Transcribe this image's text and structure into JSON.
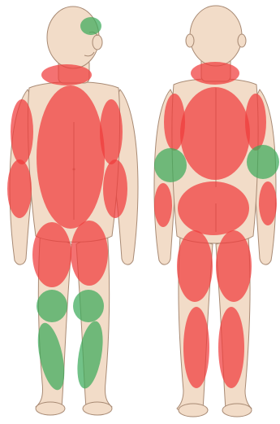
{
  "colors": {
    "skin": "#f2dcc8",
    "outline": "#a88a74",
    "red_zone": "#f03c3c",
    "green_zone": "#3caa5a"
  },
  "views": [
    {
      "view": "front",
      "zones": [
        {
          "name": "forehead",
          "status": "green"
        },
        {
          "name": "neck",
          "status": "red"
        },
        {
          "name": "torso",
          "status": "red"
        },
        {
          "name": "right-upper-arm",
          "status": "red"
        },
        {
          "name": "left-upper-arm",
          "status": "red"
        },
        {
          "name": "right-forearm",
          "status": "red"
        },
        {
          "name": "left-forearm",
          "status": "red"
        },
        {
          "name": "right-thigh",
          "status": "red"
        },
        {
          "name": "left-thigh",
          "status": "red"
        },
        {
          "name": "right-knee",
          "status": "green"
        },
        {
          "name": "left-knee",
          "status": "green"
        },
        {
          "name": "right-shin",
          "status": "green"
        },
        {
          "name": "left-shin",
          "status": "green"
        }
      ]
    },
    {
      "view": "back",
      "zones": [
        {
          "name": "neck",
          "status": "red"
        },
        {
          "name": "upper-back",
          "status": "red"
        },
        {
          "name": "left-upper-arm",
          "status": "red"
        },
        {
          "name": "right-upper-arm",
          "status": "red"
        },
        {
          "name": "left-elbow",
          "status": "green"
        },
        {
          "name": "right-elbow",
          "status": "green"
        },
        {
          "name": "left-forearm",
          "status": "red"
        },
        {
          "name": "right-forearm",
          "status": "red"
        },
        {
          "name": "buttocks",
          "status": "red"
        },
        {
          "name": "left-thigh",
          "status": "red"
        },
        {
          "name": "right-thigh",
          "status": "red"
        },
        {
          "name": "left-calf",
          "status": "red"
        },
        {
          "name": "right-calf",
          "status": "red"
        }
      ]
    }
  ]
}
